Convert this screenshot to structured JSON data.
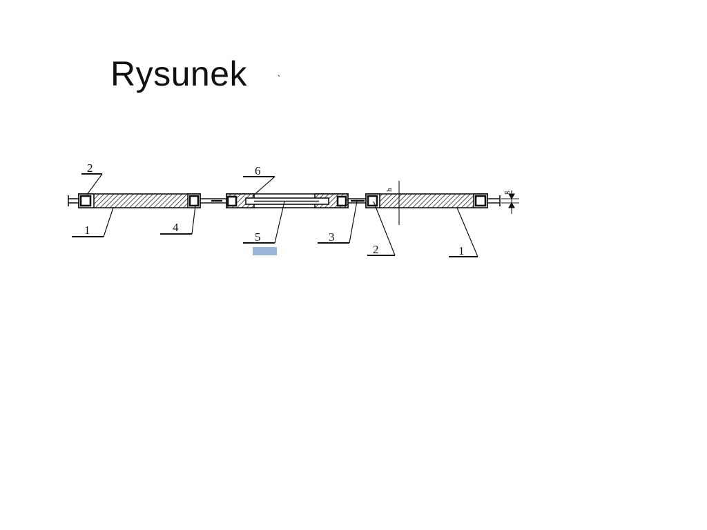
{
  "slide": {
    "title": "Rysunek",
    "tick_mark": "`"
  },
  "diagram": {
    "labels": {
      "l2_left": "2",
      "l1_left": "1",
      "l4": "4",
      "l6": "6",
      "l5": "5",
      "l3": "3",
      "l2_right": "2",
      "l1_right": "1"
    },
    "dimensions": {
      "h": "h",
      "g": "g"
    }
  },
  "colors": {
    "ink": "#111111",
    "highlight": "#9bb5d9"
  }
}
